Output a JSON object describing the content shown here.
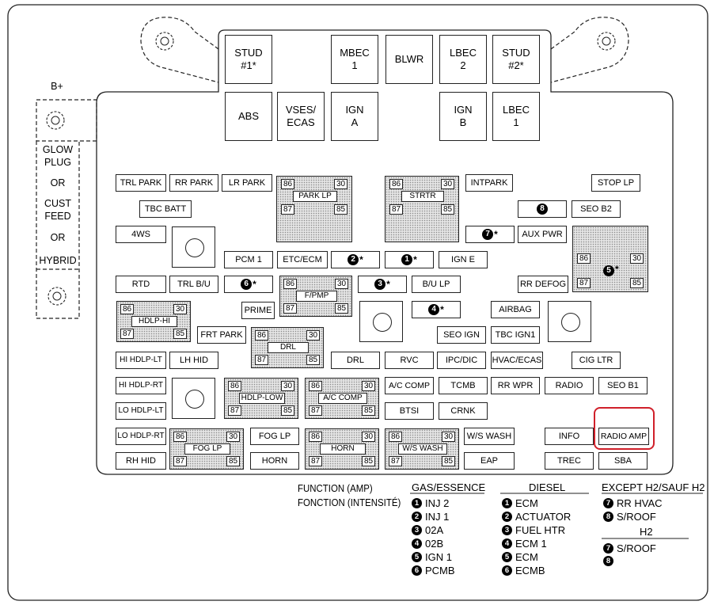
{
  "side_label": {
    "bplus": "B+",
    "lines": [
      "GLOW",
      "PLUG",
      "OR",
      "CUST",
      "FEED",
      "OR",
      "HYBRID"
    ]
  },
  "top_fuses": {
    "stud1": "STUD\n#1*",
    "mbec1": "MBEC\n1",
    "blwr": "BLWR",
    "lbec2": "LBEC\n2",
    "stud2": "STUD\n#2*",
    "abs": "ABS",
    "vses": "VSES/\nECAS",
    "igna": "IGN\nA",
    "ignb": "IGN\nB",
    "lbec1": "LBEC\n1"
  },
  "fuses": {
    "trl_park": "TRL PARK",
    "rr_park": "RR PARK",
    "lr_park": "LR PARK",
    "intpark": "INTPARK",
    "stop_lp": "STOP LP",
    "tbc_batt": "TBC BATT",
    "seo_b2": "SEO B2",
    "fws": "4WS",
    "aux_pwr": "AUX PWR",
    "pcm1": "PCM 1",
    "etc_ecm": "ETC/ECM",
    "ign_e": "IGN E",
    "rtd": "RTD",
    "trl_bu": "TRL B/U",
    "bu_lp": "B/U LP",
    "rr_defog": "RR DEFOG",
    "prime": "PRIME",
    "airbag": "AIRBAG",
    "frt_park": "FRT PARK",
    "seo_ign": "SEO IGN",
    "tbc_ign1": "TBC IGN1",
    "hi_hdlp_lt": "HI HDLP-LT",
    "lh_hid": "LH HID",
    "drl": "DRL",
    "rvc": "RVC",
    "ipc_dic": "IPC/DIC",
    "hvac_ecas": "HVAC/ECAS",
    "cig_ltr": "CIG LTR",
    "hi_hdlp_rt": "HI HDLP-RT",
    "ac_comp_fuse": "A/C COMP",
    "tcmb": "TCMB",
    "rr_wpr": "RR WPR",
    "radio": "RADIO",
    "seo_b1": "SEO B1",
    "lo_hdlp_lt": "LO HDLP-LT",
    "btsi": "BTSI",
    "crnk": "CRNK",
    "lo_hdlp_rt": "LO HDLP-RT",
    "fog_lp_fuse": "FOG LP",
    "ws_wash_fuse": "W/S WASH",
    "info": "INFO",
    "radio_amp": "RADIO AMP",
    "rh_hid": "RH HID",
    "horn_fuse": "HORN",
    "eap": "EAP",
    "trec": "TREC",
    "sba": "SBA"
  },
  "numbered": {
    "n1": "1",
    "n2": "2",
    "n3": "3",
    "n4": "4",
    "n5": "5",
    "n6": "6",
    "n7": "7",
    "n8": "8",
    "star": "*"
  },
  "relays": {
    "park_lp": "PARK LP",
    "strtr": "STRTR",
    "fpmp": "F/PMP",
    "hdlp_hi": "HDLP-HI",
    "drl": "DRL",
    "hdlp_low": "HDLP-LOW",
    "ac_comp": "A/C COMP",
    "fog_lp": "FOG LP",
    "horn": "HORN",
    "ws_wash": "W/S WASH",
    "relay5": ""
  },
  "pins": {
    "p86": "86",
    "p30": "30",
    "p87": "87",
    "p85": "85"
  },
  "legend": {
    "function_en": "FUNCTION (AMP)",
    "function_fr": "FONCTION (INTENSITÉ)",
    "gas_header": "GAS/ESSENCE",
    "diesel_header": "DIESEL",
    "except_header": "EXCEPT H2/SAUF H2",
    "h2_header": "H2",
    "gas": [
      "INJ 2",
      "INJ 1",
      "02A",
      "02B",
      "IGN 1",
      "PCMB"
    ],
    "diesel": [
      "ECM",
      "ACTUATOR",
      "FUEL HTR",
      "ECM 1",
      "ECM",
      "ECMB"
    ],
    "except": [
      "RR HVAC",
      "S/ROOF"
    ],
    "h2": [
      "S/ROOF",
      ""
    ]
  },
  "colors": {
    "highlight": "#d0202a",
    "relay_fill": "#e4e4e4"
  }
}
